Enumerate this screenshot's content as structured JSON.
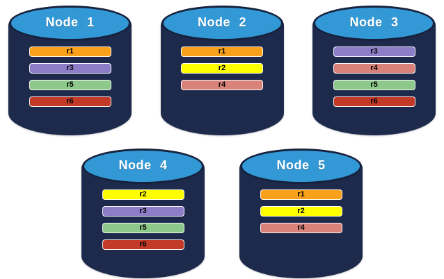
{
  "diagram": {
    "background_color": "#ffffff",
    "cylinder_style": {
      "body_color": "#1d2a4c",
      "outline_color": "#16213d",
      "top_ellipse_color": "#3399d6",
      "node_label_color": "#ffffff",
      "bar_text_color": "#000000",
      "bar_border_color": "#ffffff"
    },
    "replica_colors": {
      "r1": "#f9a11b",
      "r2": "#ffff00",
      "r3": "#8c7ec6",
      "r4": "#d9827a",
      "r5": "#8dc98a",
      "r6": "#c33a28"
    },
    "rows": [
      {
        "nodes": [
          {
            "label": "Node 1",
            "replicas": [
              "r1",
              "r3",
              "r5",
              "r6"
            ]
          },
          {
            "label": "Node 2",
            "replicas": [
              "r1",
              "r2",
              "r4"
            ]
          },
          {
            "label": "Node 3",
            "replicas": [
              "r3",
              "r4",
              "r5",
              "r6"
            ]
          }
        ]
      },
      {
        "nodes": [
          {
            "label": "Node 4",
            "replicas": [
              "r2",
              "r3",
              "r5",
              "r6"
            ]
          },
          {
            "label": "Node 5",
            "replicas": [
              "r1",
              "r2",
              "r4"
            ]
          }
        ]
      }
    ]
  }
}
